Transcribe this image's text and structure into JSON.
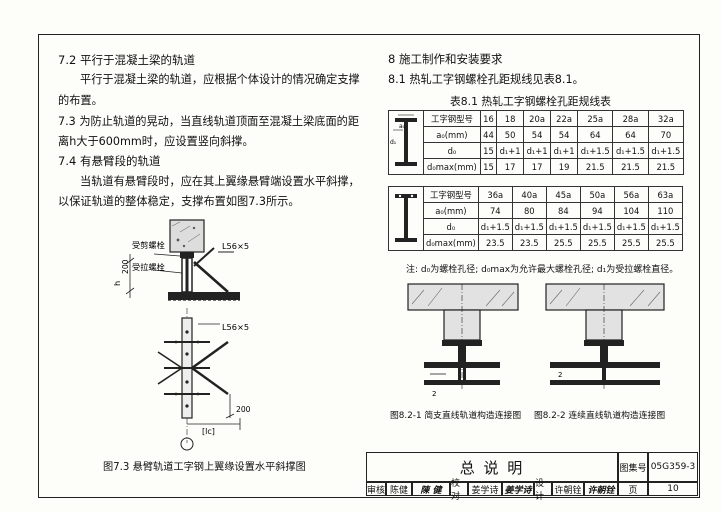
{
  "left": {
    "s72_heading": "7.2 平行于混凝土梁的轨道",
    "s72_body": [
      "平行于混凝土梁的轨道，应根据个体设计的情况确定支撑",
      "的布置。"
    ],
    "s73_body": [
      "7.3 为防止轨道的晃动，当直线轨道顶面至混凝土梁底面的距",
      "离h大于600mm时，应设置竖向斜撑。"
    ],
    "s74_heading": "7.4 有悬臂段的轨道",
    "s74_body": [
      "当轨道有悬臂段时，应在其上翼缘悬臂端设置水平斜撑，",
      "以保证轨道的整体稳定，支撑布置如图7.3所示。"
    ],
    "fig73": {
      "label_shear": "受剪螺栓",
      "label_tension": "受拉螺栓",
      "label_angle1": "L56×5",
      "label_angle2": "L56×5",
      "label_h": "h",
      "label_200a": "200",
      "label_200b": "200",
      "label_lc": "[lc]",
      "caption": "图7.3 悬臂轨道工字钢上翼缘设置水平斜撑图"
    }
  },
  "right": {
    "s8_heading": "8   施工制作和安装要求",
    "s81_text": "8.1 热轧工字钢螺栓孔距规线见表8.1。",
    "table_title": "表8.1 热轧工字钢螺栓孔距规线表",
    "table1": {
      "rows": [
        [
          "工字钢型号",
          "16",
          "18",
          "20a",
          "22a",
          "25a",
          "28a",
          "32a"
        ],
        [
          "a₀(mm)",
          "44",
          "50",
          "54",
          "54",
          "64",
          "64",
          "70"
        ],
        [
          "d₀",
          "15",
          "d₁+1",
          "d₁+1",
          "d₁+1",
          "d₁+1.5",
          "d₁+1.5",
          "d₁+1.5"
        ],
        [
          "d₀max(mm)",
          "15",
          "17",
          "17",
          "19",
          "21.5",
          "21.5",
          "21.5"
        ]
      ]
    },
    "table2": {
      "rows": [
        [
          "工字钢型号",
          "36a",
          "40a",
          "45a",
          "50a",
          "56a",
          "63a"
        ],
        [
          "a₀(mm)",
          "74",
          "80",
          "84",
          "94",
          "104",
          "110"
        ],
        [
          "d₀",
          "d₁+1.5",
          "d₁+1.5",
          "d₁+1.5",
          "d₁+1.5",
          "d₁+1.5",
          "d₁+1.5"
        ],
        [
          "d₀max(mm)",
          "23.5",
          "23.5",
          "25.5",
          "25.5",
          "25.5",
          "25.5"
        ]
      ]
    },
    "img_label_a0": "a₀",
    "img_label_d1": "d₁",
    "note": "注: d₀为螺栓孔径; d₀max为允许最大螺栓孔径; d₁为受拉螺栓直径。",
    "fig821_caption": "图8.2-1 简支直线轨道构造连接图",
    "fig822_caption": "图8.2-2 连续直线轨道构造连接图",
    "fig_dim1": "2",
    "fig_dim2": "2"
  },
  "titleblock": {
    "title": "总  说  明",
    "atlas_label": "图集号",
    "atlas_no": "05G359-3",
    "roles": [
      "审核",
      "陈健",
      "校对",
      "姜学诗",
      "设计",
      "许朝铨"
    ],
    "signatures": [
      "陳  健",
      "姜学诗",
      "许朝铨"
    ],
    "page_label": "页",
    "page_no": "10"
  }
}
